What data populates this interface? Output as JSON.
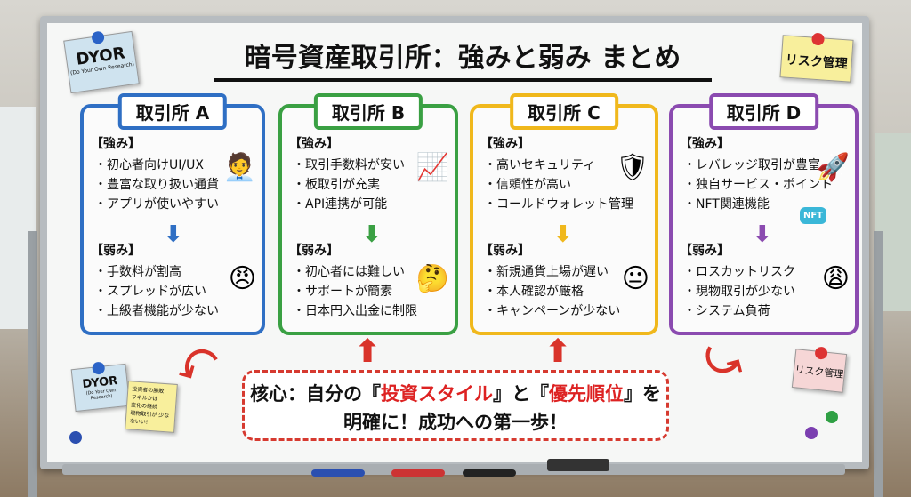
{
  "title": "暗号資産取引所：強みと弱み まとめ",
  "notes": {
    "dyor_top": {
      "title": "DYOR",
      "sub": "(Do Your Own Research)"
    },
    "risk_top": "リスク管理",
    "dyor_bottom": {
      "title": "DYOR",
      "sub": "(Do Your Own Research)"
    },
    "memo": [
      "投資者の勝敗",
      "フネルかは",
      "変化の継続",
      "現物取引が 少なないい!"
    ],
    "risk_bottom": "リスク管理"
  },
  "strengths_label": "【強み】",
  "weaknesses_label": "【弱み】",
  "exchanges": [
    {
      "name": "取引所 A",
      "color": "#2f6fc4",
      "strengths": [
        "初心者向けUI/UX",
        "豊富な取り扱い通貨",
        "アプリが使いやすい"
      ],
      "weaknesses": [
        "手数料が割高",
        "スプレッドが広い",
        "上級者機能が少ない"
      ]
    },
    {
      "name": "取引所 B",
      "color": "#3aa043",
      "strengths": [
        "取引手数料が安い",
        "板取引が充実",
        "API連携が可能"
      ],
      "weaknesses": [
        "初心者には難しい",
        "サポートが簡素",
        "日本円入出金に制限"
      ]
    },
    {
      "name": "取引所 C",
      "color": "#f0b81c",
      "strengths": [
        "高いセキュリティ",
        "信頼性が高い",
        "コールドウォレット管理"
      ],
      "weaknesses": [
        "新規通貨上場が遅い",
        "本人確認が厳格",
        "キャンペーンが少ない"
      ]
    },
    {
      "name": "取引所 D",
      "color": "#8b4bb0",
      "strengths": [
        "レバレッジ取引が豊富",
        "独自サービス・ポイント",
        "NFT関連機能"
      ],
      "weaknesses": [
        "ロスカットリスク",
        "現物取引が少ない",
        "システム負荷"
      ]
    }
  ],
  "nft_badge": "NFT",
  "banner": {
    "line1a": "核心：自分の『",
    "hl1": "投資スタイル",
    "line1b": "』と『",
    "hl2": "優先順位",
    "line1c": "』を",
    "line2": "明確に！成功への第一歩！"
  }
}
